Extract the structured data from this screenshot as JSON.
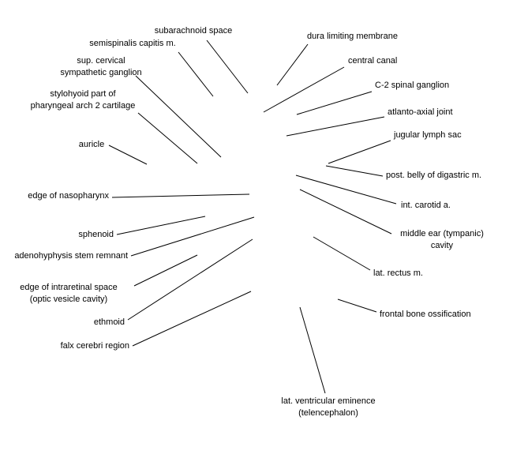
{
  "labels": {
    "subarachnoid_space": "subarachnoid space",
    "semispinalis_capitis": "semispinalis capitis m.",
    "sup_cervical_ganglion": "sup. cervical\nsympathetic ganglion",
    "stylohyoid_part": "stylohyoid part of\npharyngeal arch 2 cartilage",
    "auricle": "auricle",
    "edge_nasopharynx": "edge of nasopharynx",
    "sphenoid": "sphenoid",
    "adenohyphysis": "adenohyphysis stem remnant",
    "edge_intraretinal": "edge of intraretinal space\n(optic vesicle cavity)",
    "ethmoid": "ethmoid",
    "falx_cerebri": "falx cerebri region",
    "dura_limiting": "dura limiting membrane",
    "central_canal": "central canal",
    "c2_spinal_ganglion": "C-2 spinal ganglion",
    "atlanto_axial": "atlanto-axial joint",
    "jugular_lymph": "jugular lymph sac",
    "post_belly_digastric": "post. belly of digastric m.",
    "int_carotid": "int. carotid a.",
    "middle_ear": "middle ear (tympanic)\ncavity",
    "lat_rectus": "lat. rectus m.",
    "frontal_bone": "frontal bone ossification",
    "lat_ventricular": "lat. ventricular eminence\n(telencephalon)"
  }
}
